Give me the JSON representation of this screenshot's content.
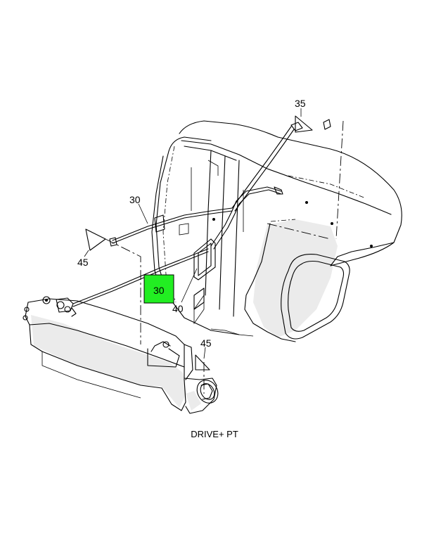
{
  "callouts": {
    "c35": "35",
    "c30_upper": "30",
    "c45_left": "45",
    "c30_highlight": "30",
    "c40": "40",
    "c45_right": "45"
  },
  "caption": "DRIVE+ PT",
  "colors": {
    "highlight": "#22ee22",
    "line": "#000000"
  }
}
